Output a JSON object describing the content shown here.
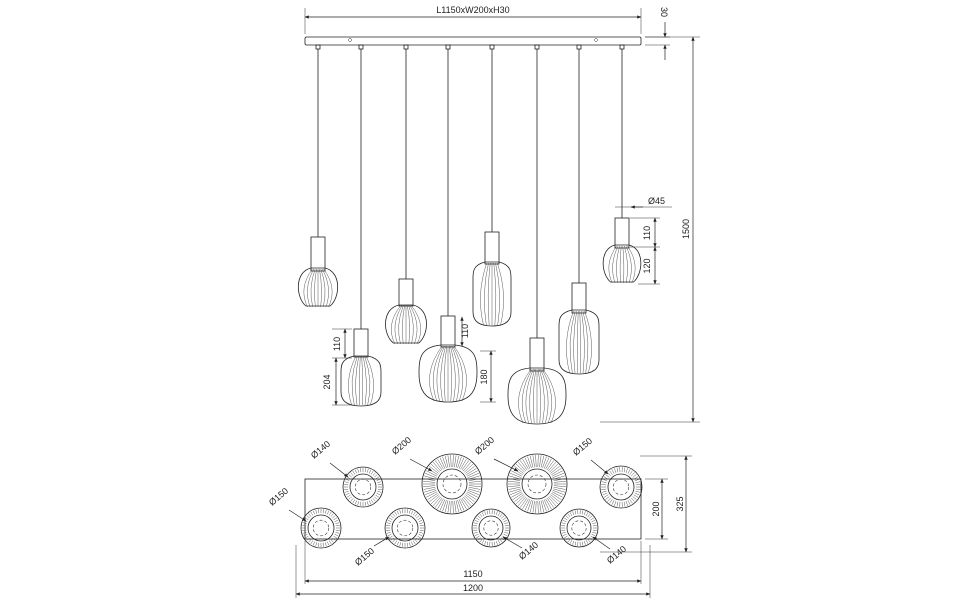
{
  "dimensions": {
    "canopy_size": "L1150xW200xH30",
    "canopy_height": "30",
    "total_height": "1500",
    "holder_diameter": "Ø45",
    "small_holder_height": "110",
    "small_shade_height": "120",
    "left_holder_height": "110",
    "left_shade_height": "204",
    "center_holder_height": "110",
    "center_shade_height": "180",
    "plan_depth": "200",
    "plan_total_depth": "325",
    "canopy_length": "1150",
    "total_length": "1200"
  },
  "plan_labels": {
    "top_left": "Ø140",
    "top_mid_left": "Ø200",
    "top_mid_right": "Ø200",
    "top_right": "Ø150",
    "bottom_left": "Ø150",
    "bottom_second": "Ø150",
    "bottom_third": "Ø140",
    "bottom_right": "Ø140"
  }
}
